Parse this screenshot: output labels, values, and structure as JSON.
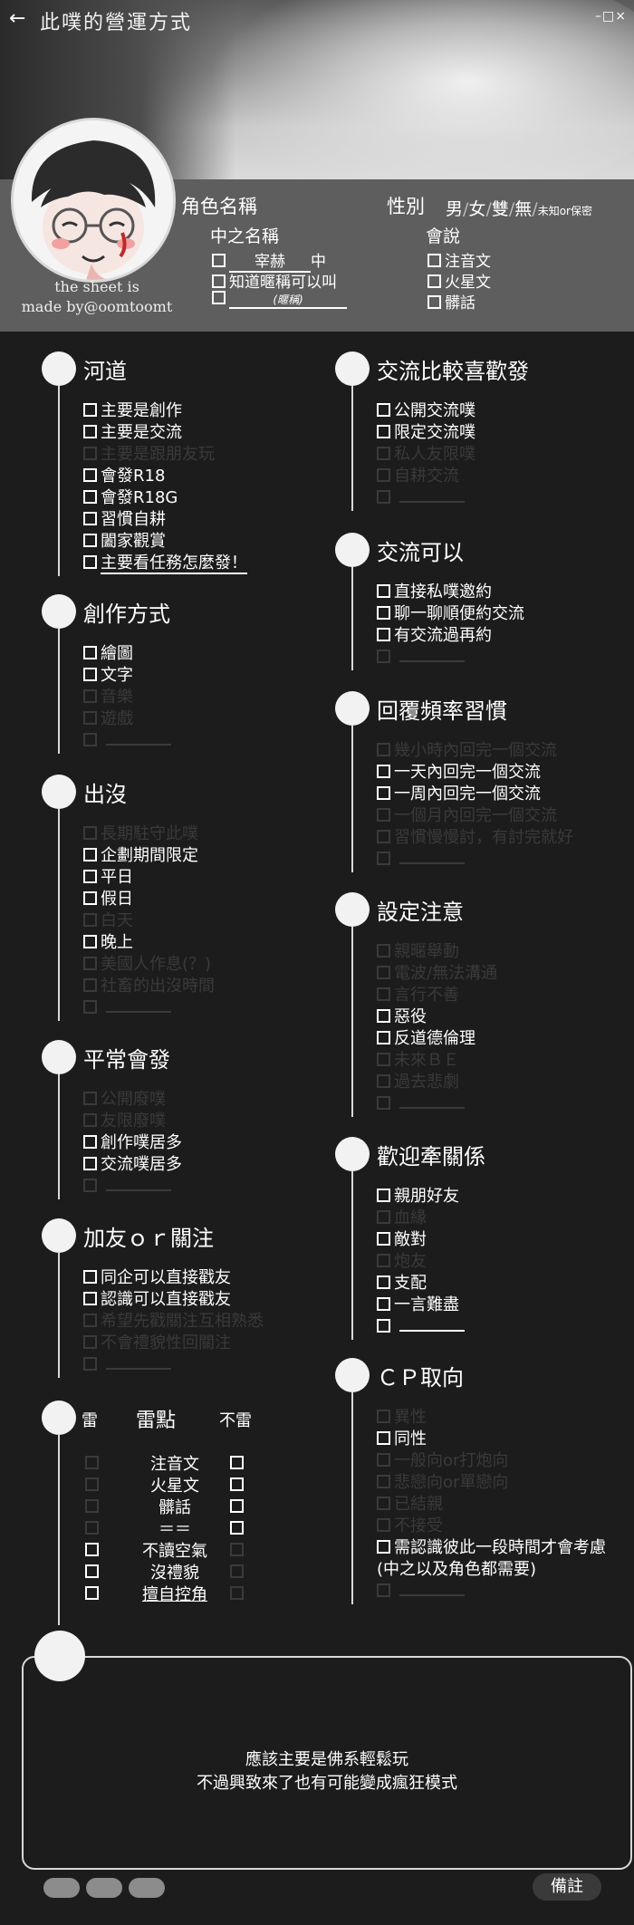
{
  "window": {
    "title": "此噗的營運方式",
    "controls": "–□×"
  },
  "profile": {
    "credit_line1": "the sheet is",
    "credit_line2": "made by@oomtoomt",
    "role_name_label": "角色名稱",
    "gender_label": "性別",
    "gender_options": [
      "男",
      "女",
      "雙",
      "無",
      "未知or保密"
    ],
    "cn_name_label": "中之名稱",
    "cn_name_value": "宰赫",
    "cn_name_suffix": "中",
    "nickname_ok": "知道暱稱可以叫",
    "nickname_hint": "(暱稱)",
    "speaks_label": "會說",
    "speaks": [
      "注音文",
      "火星文",
      "髒話"
    ]
  },
  "sections": {
    "river": {
      "title": "河道",
      "items": [
        {
          "text": "主要是創作",
          "dim": false
        },
        {
          "text": "主要是交流",
          "dim": false
        },
        {
          "text": "主要是跟朋友玩",
          "dim": true
        },
        {
          "text": "會發R18",
          "dim": false
        },
        {
          "text": "會發R18G",
          "dim": false
        },
        {
          "text": "習慣自耕",
          "dim": false
        },
        {
          "text": "闔家觀賞",
          "dim": false
        },
        {
          "text": "主要看任務怎麼發！",
          "dim": false
        }
      ]
    },
    "create": {
      "title": "創作方式",
      "items": [
        {
          "text": "繪圖",
          "dim": false
        },
        {
          "text": "文字",
          "dim": false
        },
        {
          "text": "音樂",
          "dim": true
        },
        {
          "text": "遊戲",
          "dim": true
        },
        {
          "text": "",
          "dim": true,
          "blank": true
        }
      ]
    },
    "appear": {
      "title": "出沒",
      "items": [
        {
          "text": "長期駐守此噗",
          "dim": true
        },
        {
          "text": "企劃期間限定",
          "dim": false
        },
        {
          "text": "平日",
          "dim": false
        },
        {
          "text": "假日",
          "dim": false
        },
        {
          "text": "白天",
          "dim": true
        },
        {
          "text": "晚上",
          "dim": false
        },
        {
          "text": "美國人作息(？)",
          "dim": true
        },
        {
          "text": "社畜的出沒時間",
          "dim": true
        },
        {
          "text": "",
          "dim": true,
          "blank": true
        }
      ]
    },
    "usual": {
      "title": "平常會發",
      "items": [
        {
          "text": "公開廢噗",
          "dim": true
        },
        {
          "text": "友限廢噗",
          "dim": true
        },
        {
          "text": "創作噗居多",
          "dim": false
        },
        {
          "text": "交流噗居多",
          "dim": false
        },
        {
          "text": "",
          "dim": true,
          "blank": true
        }
      ]
    },
    "follow": {
      "title": "加友ｏｒ關注",
      "items": [
        {
          "text": "同企可以直接戳友",
          "dim": false
        },
        {
          "text": "認識可以直接戳友",
          "dim": false
        },
        {
          "text": "希望先戳關注互相熟悉",
          "dim": true
        },
        {
          "text": "不會禮貌性回關注",
          "dim": true
        },
        {
          "text": "",
          "dim": true,
          "blank": true
        }
      ]
    },
    "prefer": {
      "title": "交流比較喜歡發",
      "items": [
        {
          "text": "公開交流噗",
          "dim": false
        },
        {
          "text": "限定交流噗",
          "dim": false
        },
        {
          "text": "私人友限噗",
          "dim": true
        },
        {
          "text": "自耕交流",
          "dim": true
        },
        {
          "text": "",
          "dim": true,
          "blank": true
        }
      ]
    },
    "canex": {
      "title": "交流可以",
      "items": [
        {
          "text": "直接私噗邀約",
          "dim": false
        },
        {
          "text": "聊一聊順便約交流",
          "dim": false
        },
        {
          "text": "有交流過再約",
          "dim": false
        },
        {
          "text": "",
          "dim": true,
          "blank": true
        }
      ]
    },
    "reply": {
      "title": "回覆頻率習慣",
      "items": [
        {
          "text": "幾小時內回完一個交流",
          "dim": true
        },
        {
          "text": "一天內回完一個交流",
          "dim": false
        },
        {
          "text": "一周內回完一個交流",
          "dim": false
        },
        {
          "text": "一個月內回完一個交流",
          "dim": true
        },
        {
          "text": "習慣慢慢討，有討完就好",
          "dim": true
        },
        {
          "text": "",
          "dim": true,
          "blank": true
        }
      ]
    },
    "notice": {
      "title": "設定注意",
      "items": [
        {
          "text": "親暱舉動",
          "dim": true
        },
        {
          "text": "電波/無法溝通",
          "dim": true
        },
        {
          "text": "言行不善",
          "dim": true
        },
        {
          "text": "惡役",
          "dim": false
        },
        {
          "text": "反道德倫理",
          "dim": false
        },
        {
          "text": "未來ＢＥ",
          "dim": true
        },
        {
          "text": "過去悲劇",
          "dim": true
        },
        {
          "text": "",
          "dim": true,
          "blank": true
        }
      ]
    },
    "relation": {
      "title": "歡迎牽關係",
      "items": [
        {
          "text": "親朋好友",
          "dim": false
        },
        {
          "text": "血緣",
          "dim": true
        },
        {
          "text": "敵對",
          "dim": false
        },
        {
          "text": "炮友",
          "dim": true
        },
        {
          "text": "支配",
          "dim": false
        },
        {
          "text": "一言難盡",
          "dim": false
        },
        {
          "text": "",
          "dim": false,
          "blank": true
        }
      ]
    },
    "cp": {
      "title": "ＣＰ取向",
      "items": [
        {
          "text": "異性",
          "dim": true
        },
        {
          "text": "同性",
          "dim": false
        },
        {
          "text": "一般向or打炮向",
          "dim": true
        },
        {
          "text": "悲戀向or單戀向",
          "dim": true
        },
        {
          "text": "已結親",
          "dim": true
        },
        {
          "text": "不接受",
          "dim": true
        },
        {
          "text": "需認識彼此一段時間才會考慮",
          "dim": false
        },
        {
          "text": "(中之以及角色都需要)",
          "dim": false,
          "nobox": true
        },
        {
          "text": "",
          "dim": true,
          "blank": true
        }
      ]
    }
  },
  "thunder": {
    "left": "雷",
    "mid": "雷點",
    "right": "不雷",
    "rows": [
      {
        "label": "注音文",
        "ldim": true,
        "rdim": false
      },
      {
        "label": "火星文",
        "ldim": true,
        "rdim": false
      },
      {
        "label": "髒話",
        "ldim": true,
        "rdim": false
      },
      {
        "label": "＝＝",
        "ldim": true,
        "rdim": false
      },
      {
        "label": "不讀空氣",
        "ldim": false,
        "rdim": true
      },
      {
        "label": "沒禮貌",
        "ldim": false,
        "rdim": true
      },
      {
        "label": "擅自控角",
        "ldim": false,
        "rdim": true
      }
    ]
  },
  "note": {
    "line1": "應該主要是佛系輕鬆玩",
    "line2": "不過興致來了也有可能變成瘋狂模式"
  },
  "footer": {
    "remark_label": "備註"
  }
}
